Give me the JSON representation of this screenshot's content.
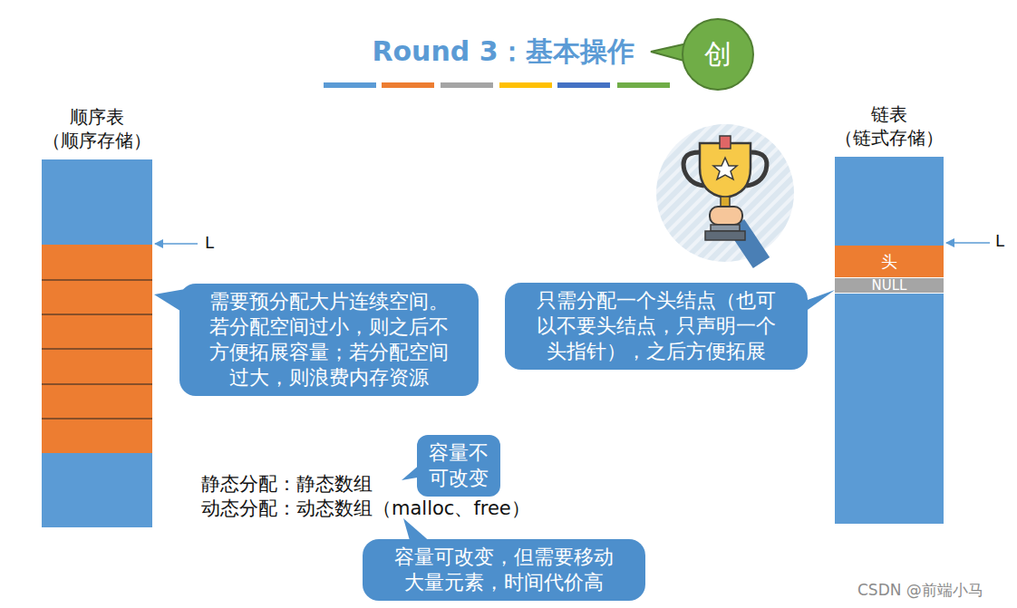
{
  "diagram": {
    "title": "Round 3：基本操作",
    "nodes": [
      {
        "text": [
          "创"
        ]
      },
      {
        "text": [
          "顺序表 （顺序存储）"
        ]
      },
      {
        "text": [
          "需要预分配大片连续空间。若分配空间过小，则之后不方便拓展容量；若分配空间过大，则浪费内存资源"
        ]
      },
      {
        "text": [
          "容量不可改变"
        ]
      },
      {
        "text": [
          "容量可改变，但需要移动大量元素，时间代价高"
        ]
      },
      {
        "text": [
          "链表 （链式存储）"
        ]
      },
      {
        "text": [
          "头"
        ],
        "in": 5
      },
      {
        "text": [
          "NULL"
        ],
        "in": 5
      },
      {
        "text": [
          "只需分配一个头结点（也可以不要头结点，只声明一个头指针），之后方便拓展"
        ]
      }
    ],
    "labels": [
      "L",
      "L",
      "静态分配：静态数组",
      "动态分配：动态数组（malloc、free）",
      "CSDN @前端小马"
    ]
  }
}
